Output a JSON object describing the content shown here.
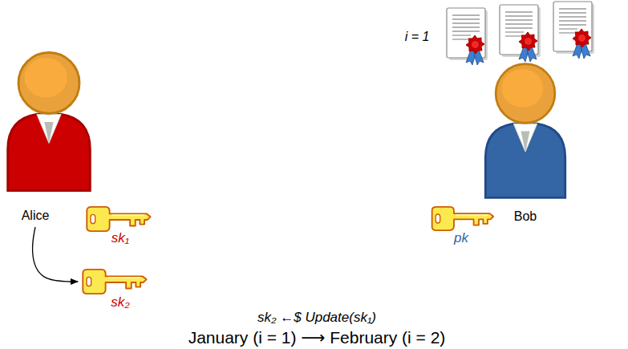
{
  "diagram": {
    "nodes": [
      {
        "text": [
          "Alice"
        ]
      },
      {
        "text": [
          "sk₁"
        ]
      },
      {
        "text": [
          "sk₂"
        ]
      },
      {
        "text": [
          "Bob"
        ]
      },
      {
        "text": [
          "pk"
        ]
      }
    ],
    "edges": [
      {
        "from": 0,
        "to": 2,
        "arrow": "to"
      }
    ],
    "labels": [
      "i = 1",
      "sk₂ ←$ Update(sk₁)",
      "January (i = 1) ⟶ February (i = 2)"
    ]
  }
}
